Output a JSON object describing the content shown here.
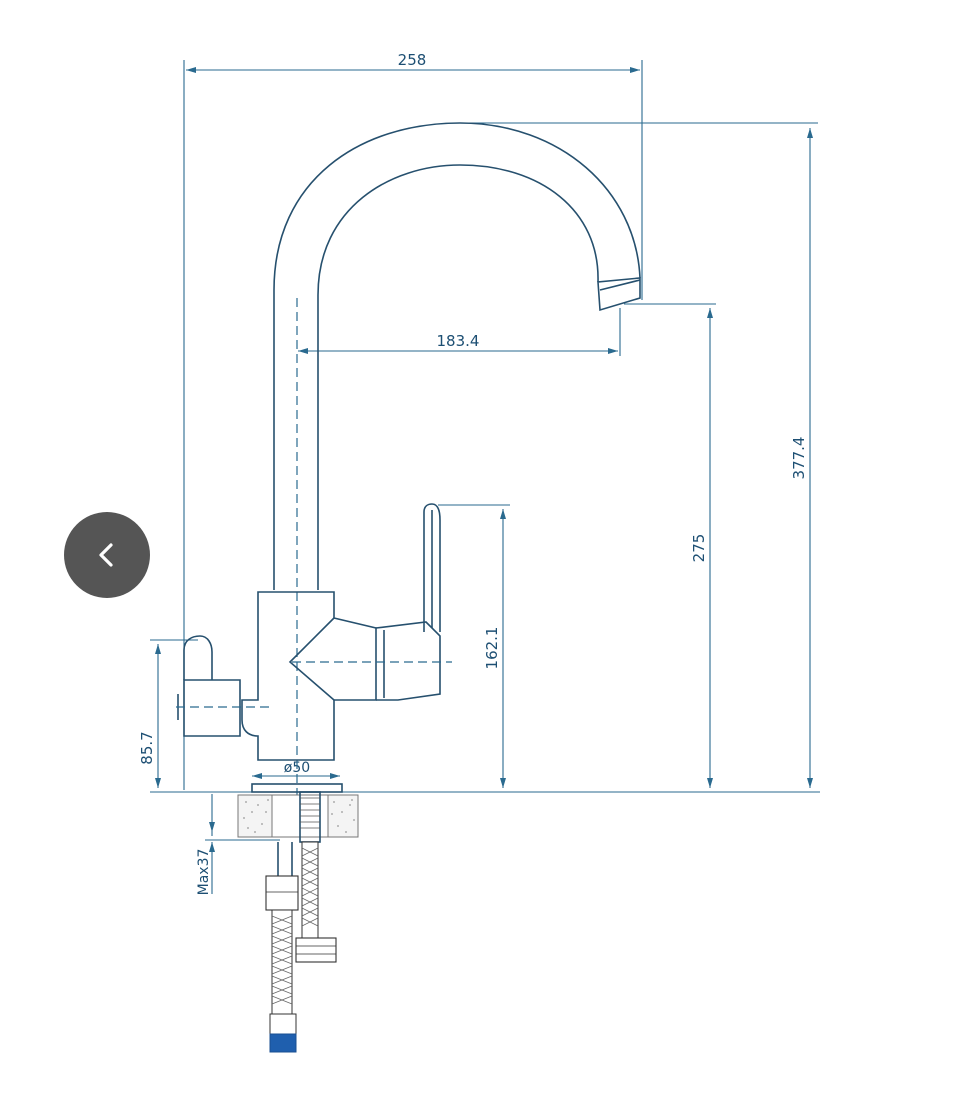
{
  "dimensions": {
    "width_total": "258",
    "spout_reach": "183.4",
    "total_height": "377.4",
    "spout_height": "275",
    "lever_height": "162.1",
    "side_handle_height": "85.7",
    "base_diameter": "ø50",
    "max_thickness": "Max37"
  },
  "colors": {
    "line": "#26506e",
    "dimension": "#2a6a8f",
    "connector": "#1f5fae",
    "button": "#464646"
  },
  "controls": {
    "back_icon": "chevron-left-icon"
  }
}
